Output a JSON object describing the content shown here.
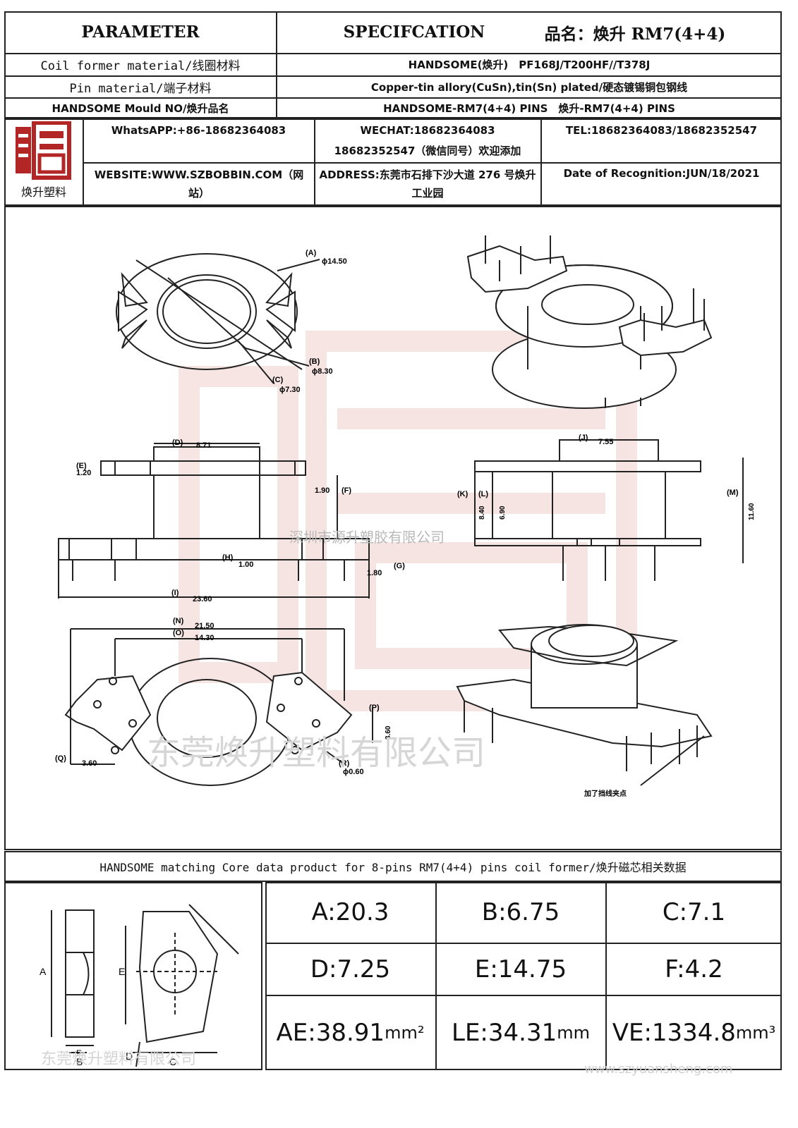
{
  "header": {
    "parameter": "PARAMETER",
    "specification": "SPECIFCATION",
    "product_name": "品名：焕升 RM7(4+4)"
  },
  "rows": [
    {
      "label": "Coil former material/线圈材料",
      "value": "HANDSOME(焕升)　PF168J/T200HF//T378J"
    },
    {
      "label": "Pin material/端子材料",
      "value": "Copper-tin allory(CuSn),tin(Sn) plated/硬态镀锡铜包钢线"
    },
    {
      "label": "HANDSOME Mould NO/焕升品名",
      "value": "HANDSOME-RM7(4+4) PINS　焕升-RM7(4+4) PINS"
    }
  ],
  "company": {
    "logo_caption": "焕升塑料",
    "whatsapp": "WhatsAPP:+86-18682364083",
    "wechat": "WECHAT:18682364083",
    "wechat_note": "18682352547（微信同号）欢迎添加",
    "tel": "TEL:18682364083/18682352547",
    "website": "WEBSITE:WWW.SZBOBBIN.COM（网站）",
    "address": "ADDRESS:东莞市石排下沙大道 276 号焕升工业园",
    "date": "Date of Recognition:JUN/18/2021"
  },
  "drawing": {
    "top_dims": {
      "A": "(A)",
      "A_val": "ϕ14.50",
      "B": "(B)",
      "B_val": "ϕ8.30",
      "C": "(C)",
      "C_val": "ϕ7.30"
    },
    "side_dims": {
      "D": "(D)",
      "D_val": "8.71",
      "E": "(E)",
      "E_val": "1.20",
      "F": "(F)",
      "F_val": "1.90",
      "H": "(H)",
      "H_val": "1.00",
      "G": "(G)",
      "G_val": "1.80",
      "I": "(I)",
      "I_val": "23.60"
    },
    "front_dims": {
      "J": "(J)",
      "J_val": "7.55",
      "K": "(K)",
      "K_val": "8.40",
      "L": "(L)",
      "L_val": "6.90",
      "M": "(M)",
      "M_val": "11.60"
    },
    "bottom_dims": {
      "N": "(N)",
      "N_val": "21.50",
      "O": "(O)",
      "O_val": "14.30",
      "P": "(P)",
      "P_val": "3.60",
      "Q": "(Q)",
      "Q_val": "3.60",
      "R": "(R)",
      "R_val": "ϕ0.60"
    },
    "note": "加了挡线夹点",
    "watermark1": "深圳市源升塑胶有限公司",
    "watermark2": "东莞焕升塑料有限公司"
  },
  "core": {
    "title": "HANDSOME matching Core data  product for 8-pins RM7(4+4) pins coil former/焕升磁芯相关数据",
    "values": [
      [
        "A:20.3",
        "B:6.75",
        "C:7.1"
      ],
      [
        "D:7.25",
        "E:14.75",
        "F:4.2"
      ]
    ],
    "ae": "AE:38.91",
    "ae_unit": "mm²",
    "le": "LE:34.31",
    "le_unit": "mm",
    "ve": "VE:1334.8",
    "ve_unit": "mm³",
    "diagram_labels": {
      "A": "A",
      "B": "B",
      "C": "C",
      "D": "D",
      "E": "E",
      "F": "F"
    },
    "watermark": "东莞焕升塑料有限公司",
    "site_watermark": "www.szyuansheng.com"
  }
}
